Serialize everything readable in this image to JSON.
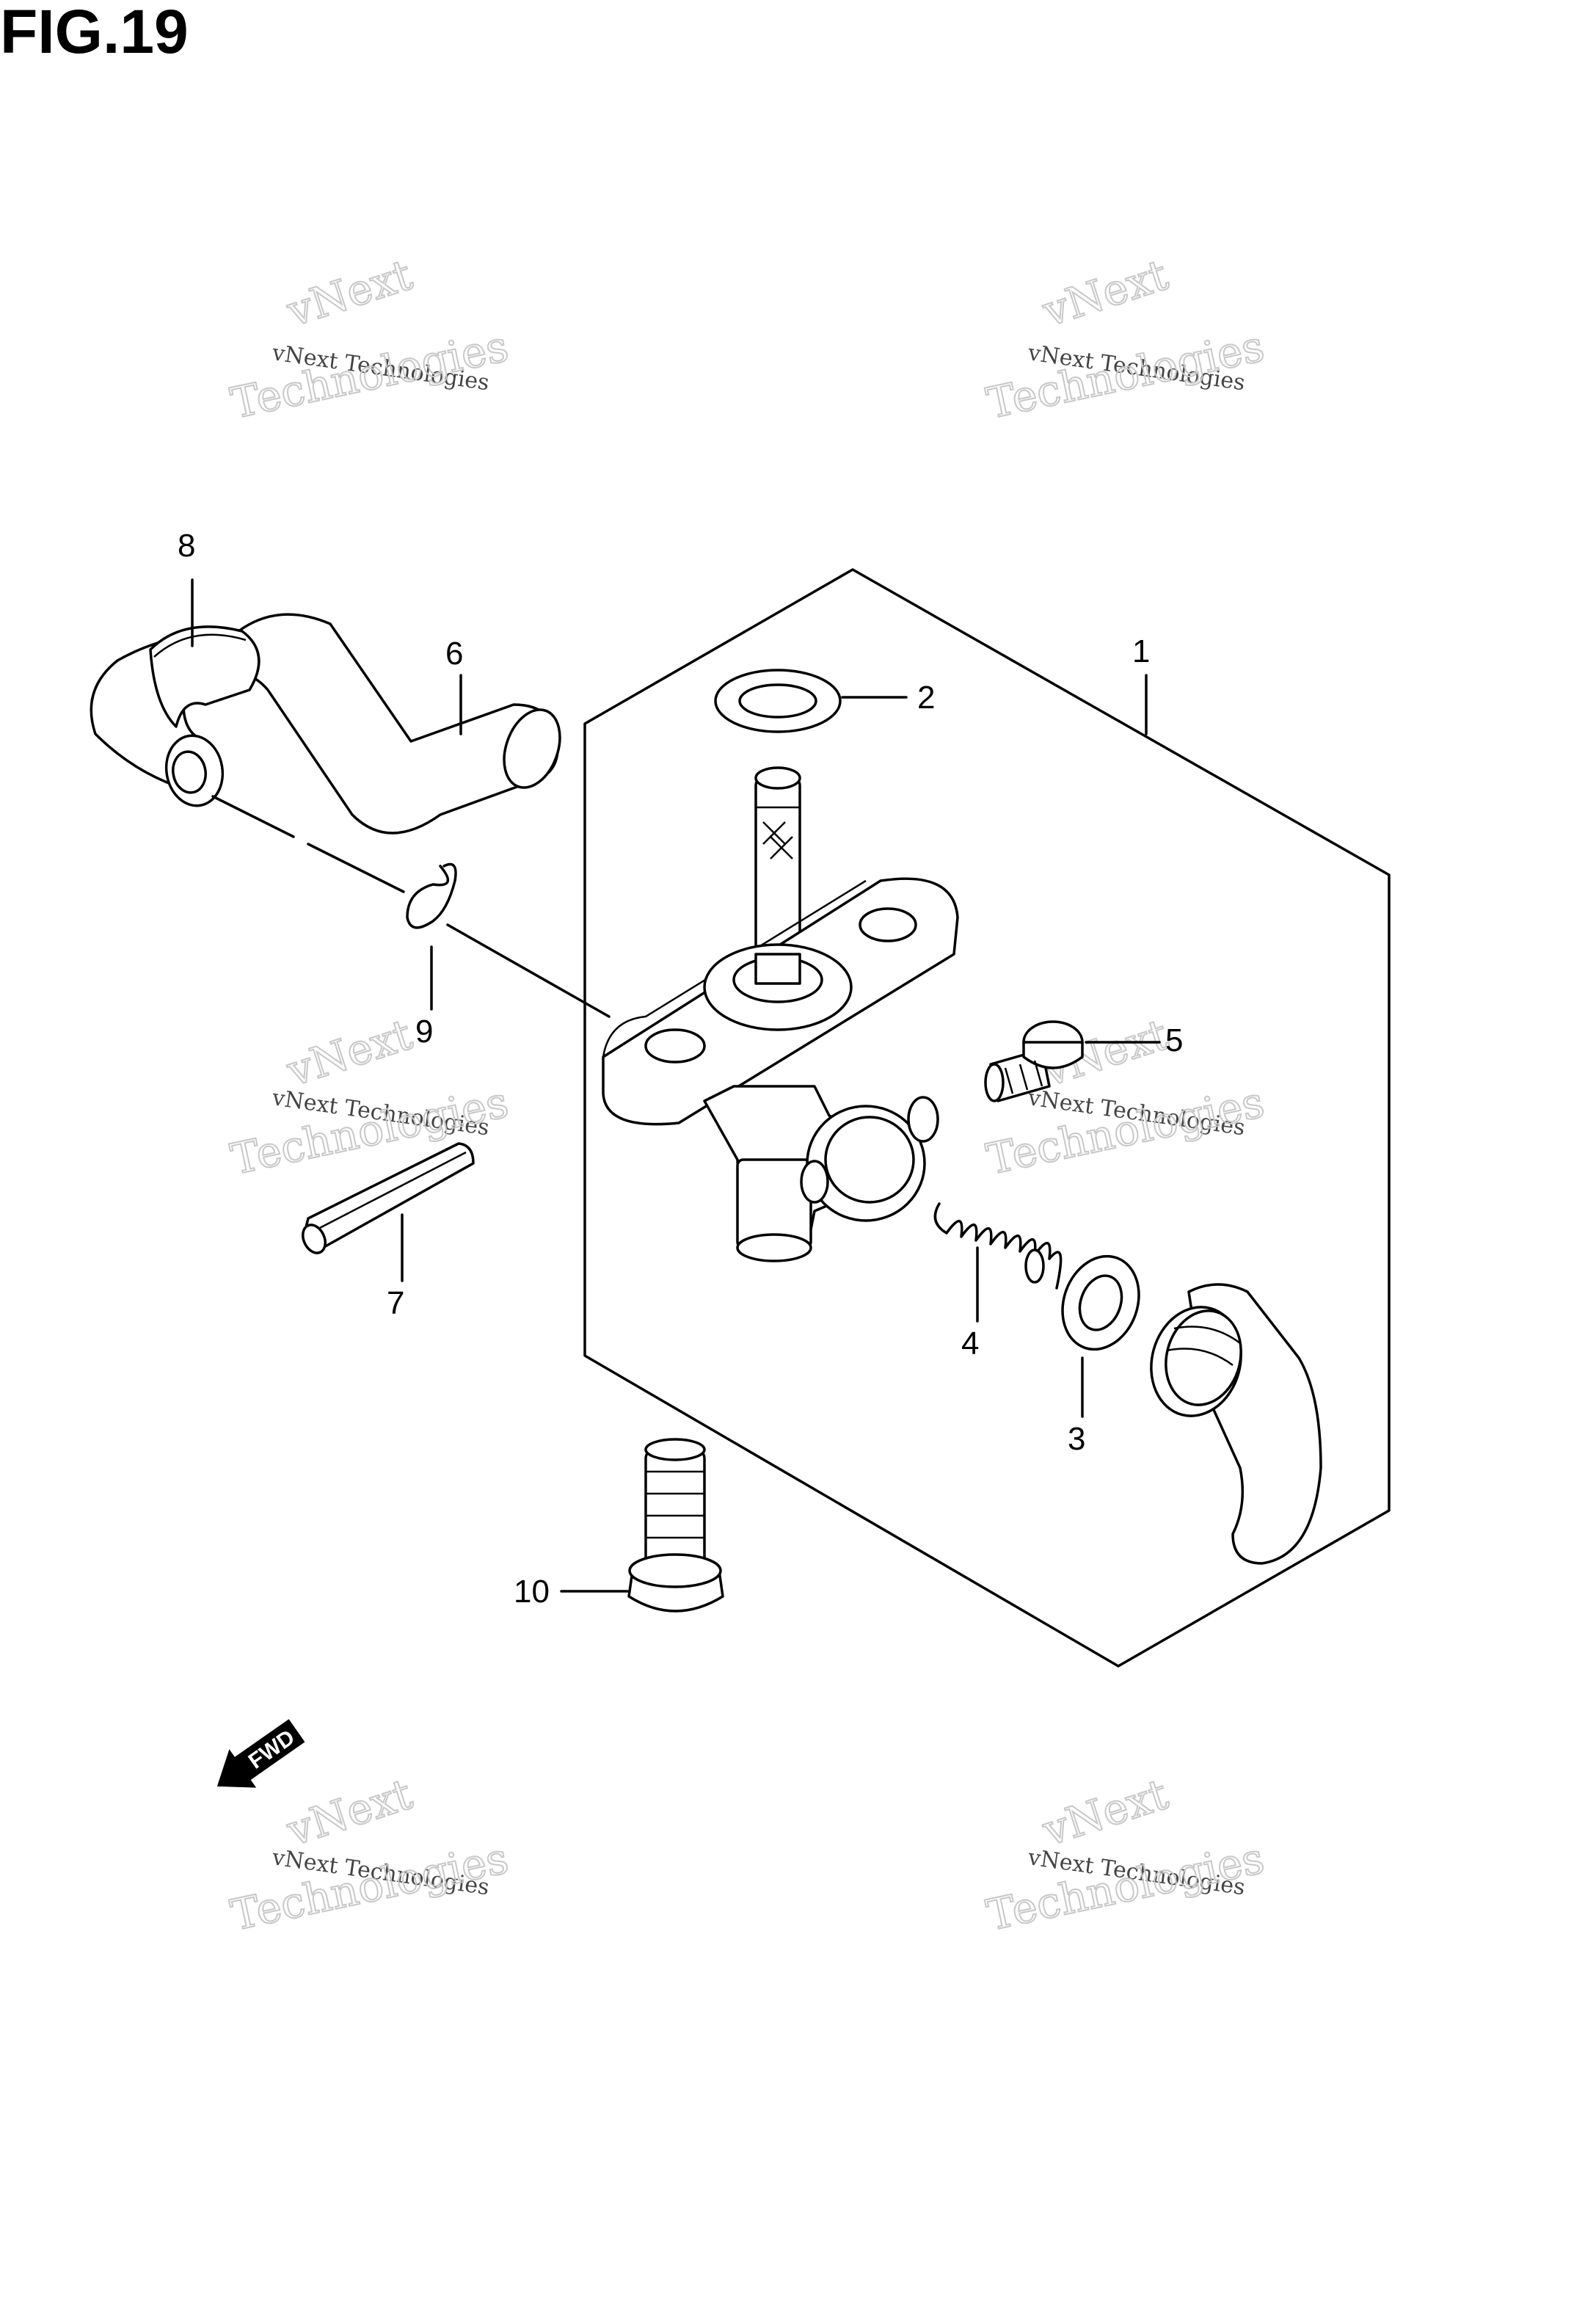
{
  "figure": {
    "title": "FIG.19"
  },
  "callouts": [
    {
      "id": "1",
      "label": "1"
    },
    {
      "id": "2",
      "label": "2"
    },
    {
      "id": "3",
      "label": "3"
    },
    {
      "id": "4",
      "label": "4"
    },
    {
      "id": "5",
      "label": "5"
    },
    {
      "id": "6",
      "label": "6"
    },
    {
      "id": "7",
      "label": "7"
    },
    {
      "id": "8",
      "label": "8"
    },
    {
      "id": "9",
      "label": "9"
    },
    {
      "id": "10",
      "label": "10"
    }
  ],
  "watermark": {
    "line1": "vNext",
    "line2": "vNext Technologies",
    "line3": "Technologies"
  },
  "direction_arrow": {
    "label": "FWD"
  }
}
